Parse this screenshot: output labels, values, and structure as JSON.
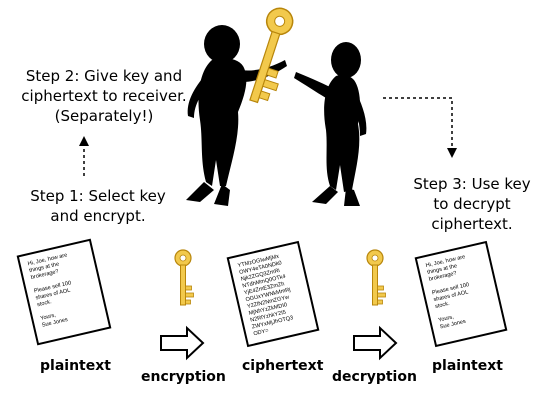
{
  "steps": {
    "step1": [
      "Step 1: Select key",
      "and encrypt."
    ],
    "step2": [
      "Step 2: Give key and",
      "ciphertext to receiver.",
      "(Separately!)"
    ],
    "step3": [
      "Step 3: Use key",
      "to decrypt",
      "ciphertext."
    ]
  },
  "documents": {
    "plaintext_left": [
      "Hi, Joe, how are",
      "things at the",
      "brokerage?",
      "",
      "Please sell 100",
      "shares of AOL",
      "stock.",
      "",
      "Yours,",
      "Sue Jones"
    ],
    "ciphertext": [
      "YTMzOGIwMjMx",
      "OWY4eTA0NDk0",
      "Njk2ZGQ3ZmRi",
      "NTdhMmQ0OTk4",
      "YjE4ZmE3ZmZh",
      "OGUxYWNkMmRj",
      "Y2ZlN2NmZGYw",
      "MjNhYzZkMDI0",
      "N2RlYzhkY2I5",
      "ZWYxMjJhOTQ3",
      "ODY="
    ],
    "plaintext_right": [
      "Hi, Joe, how are",
      "things at the",
      "brokerage?",
      "",
      "Please sell 100",
      "shares of AOL",
      "stock.",
      "",
      "Yours,",
      "Sue Jones"
    ]
  },
  "labels": {
    "plaintext_left": "plaintext",
    "encryption": "encryption",
    "ciphertext": "ciphertext",
    "decryption": "decryption",
    "plaintext_right": "plaintext"
  },
  "colors": {
    "key": "#f2c94c",
    "key_outline": "#b8860b",
    "figure": "#000000",
    "arrow_outline": "#000000"
  },
  "icons": [
    "key-icon",
    "arrow-right-icon",
    "person-silhouette-icon"
  ]
}
